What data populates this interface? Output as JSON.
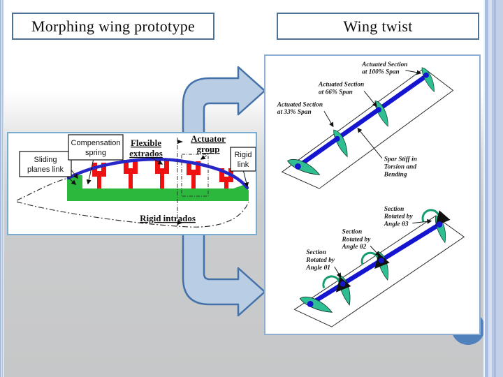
{
  "slide": {
    "title_left": "Morphing wing prototype",
    "title_right": "Wing twist"
  },
  "proto": {
    "sliding": [
      "Sliding",
      "planes link"
    ],
    "compensation": [
      "Compensation",
      "spring"
    ],
    "flexible": [
      "Flexible",
      "extrados"
    ],
    "actuator": [
      "Actuator",
      "group"
    ],
    "rigid_link": [
      "Rigid",
      "link"
    ],
    "rigid_intrados": "Rigid intrados"
  },
  "twist": {
    "s100": [
      "Actuated Section",
      "at 100% Span"
    ],
    "s66": [
      "Actuated Section",
      "at 66% Span"
    ],
    "s33": [
      "Actuated Section",
      "at 33% Span"
    ],
    "spar": [
      "Spar Stiff in",
      "Torsion and",
      "Bending"
    ],
    "t3": [
      "Section",
      "Rotated by",
      "Angle θ3"
    ],
    "t2": [
      "Section",
      "Rotated by",
      "Angle θ2"
    ],
    "t1": [
      "Section",
      "Rotated by",
      "Angle θ1"
    ]
  },
  "colors": {
    "title_border": "#4e7296",
    "arrow_fill": "#b9cde4",
    "arrow_stroke": "#4472a8",
    "structure_green": "#2cb83c",
    "actuator_red": "#ee1111",
    "extrados_blue": "#2626c9",
    "spar_blue": "#1515cf",
    "section_green": "#2fbf92",
    "circle_blue": "#4f81bd",
    "background_gray": "#c6c7c8"
  }
}
